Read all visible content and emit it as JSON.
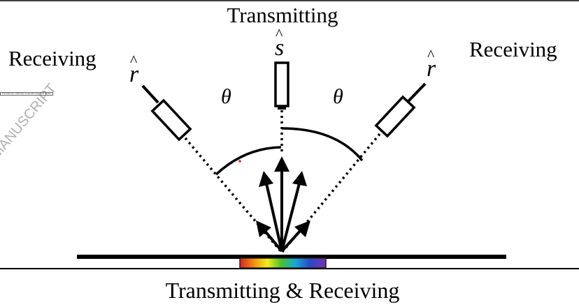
{
  "labels": {
    "top_title": "Transmitting",
    "left_receiving": "Receiving",
    "right_receiving": "Receiving",
    "bottom_title": "Transmitting & Receiving",
    "theta_left": "θ",
    "theta_right": "θ",
    "r_hat_left": "r",
    "s_hat": "s",
    "r_hat_right": "r"
  },
  "watermark": "MANUSCRIPT",
  "note": "The Scheme. Click here to see the version of record."
}
